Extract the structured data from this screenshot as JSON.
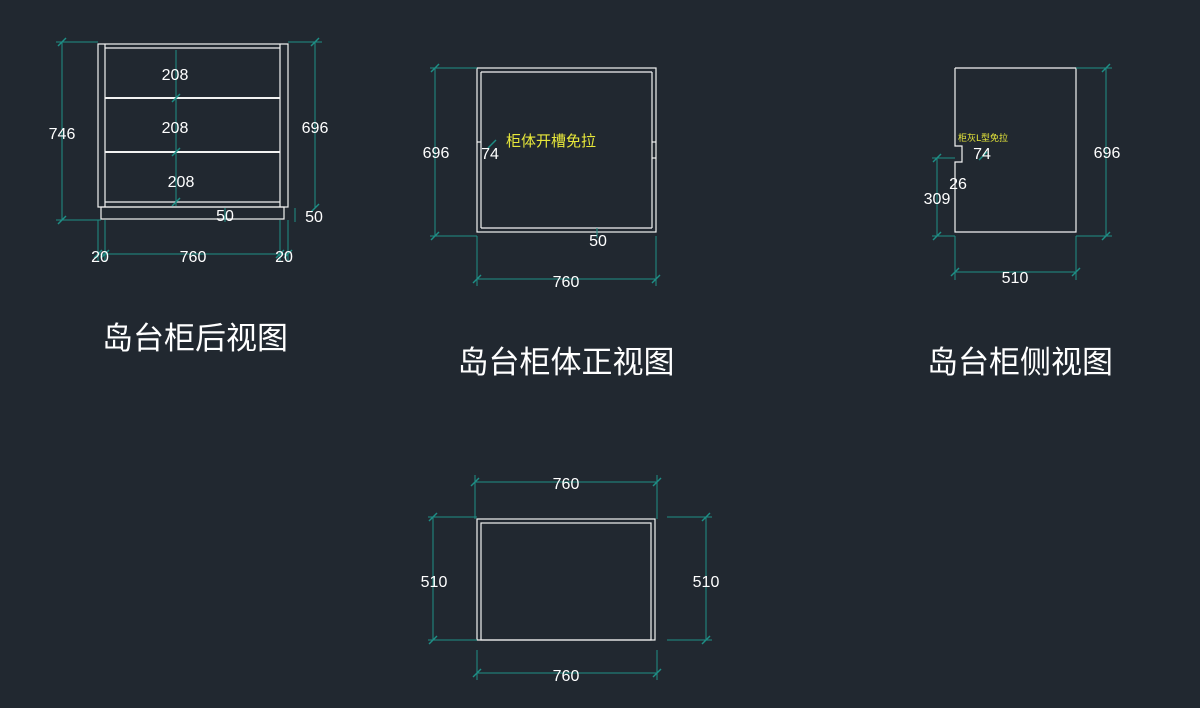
{
  "views": {
    "back": {
      "title": "岛台柜后视图",
      "dims": {
        "height_total": "746",
        "height_body": "696",
        "drawer_1": "208",
        "drawer_2": "208",
        "drawer_3": "208",
        "plinth_center": "50",
        "plinth_right": "50",
        "side_left": "20",
        "width": "760",
        "side_right": "20"
      }
    },
    "front": {
      "title": "岛台柜体正视图",
      "note": "柜体开槽免拉",
      "dims": {
        "height": "696",
        "groove": "74",
        "plinth": "50",
        "width": "760"
      }
    },
    "side": {
      "title": "岛台柜侧视图",
      "note": "柜灰L型免拉",
      "dims": {
        "groove": "74",
        "notch": "26",
        "lower_height": "309",
        "height": "696",
        "width": "510"
      }
    },
    "top": {
      "dims": {
        "width_top": "760",
        "depth_left": "510",
        "depth_right": "510",
        "width_bottom": "760"
      }
    }
  }
}
